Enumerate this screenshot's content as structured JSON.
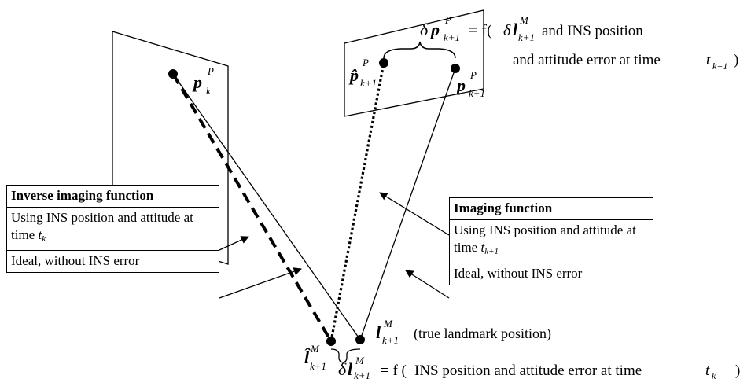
{
  "math": {
    "p": "p",
    "p_hat": "p̂",
    "l": "l",
    "l_hat": "l̂",
    "delta": "δ",
    "sup_P": "P",
    "sup_M": "M",
    "sub_k": "k",
    "sub_k1": "k+1",
    "t": "t"
  },
  "labels": {
    "f_open": "= f(",
    "f_open_spaced": "= f (",
    "top_formula_a": "and INS position",
    "top_formula_b": "and attitude error at time",
    "true_landmark": "(true landmark position)",
    "bottom_formula": "INS position and attitude error at time",
    "close_paren": ")"
  },
  "inverse_box": {
    "title": "Inverse imaging function",
    "row2_text": "Using INS position and attitude at time",
    "row3_text": "Ideal, without INS error"
  },
  "imaging_box": {
    "title": "Imaging function",
    "row2_text": "Using INS position and attitude at time",
    "row3_text": "Ideal, without INS error"
  }
}
